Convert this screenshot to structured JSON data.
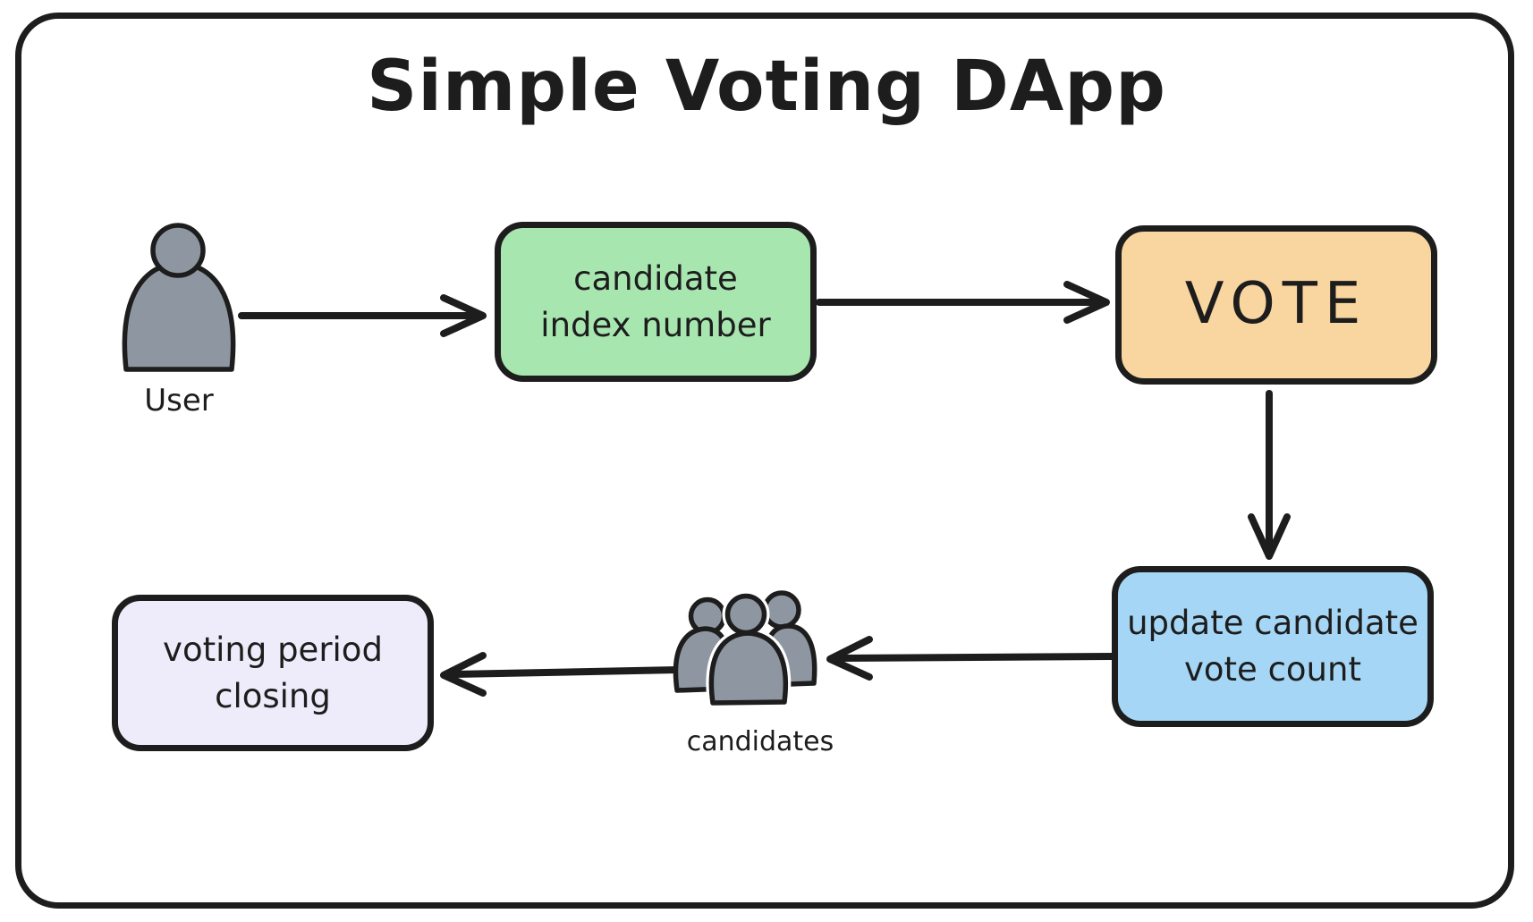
{
  "title": "Simple Voting DApp",
  "colors": {
    "stroke": "#1d1d1d",
    "canvas-bg": "#ffffff",
    "node-green": "#a8e6b0",
    "node-peach": "#f9d5a0",
    "node-blue": "#a5d6f5",
    "node-lavender": "#eeecfa",
    "actor-gray": "#8e97a1"
  },
  "nodes": {
    "candidate_index": {
      "label": "candidate\nindex number"
    },
    "vote": {
      "label": "VOTE"
    },
    "update_count": {
      "label": "update candidate\nvote count"
    },
    "voting_close": {
      "label": "voting period\nclosing"
    }
  },
  "actors": {
    "user": {
      "label": "User"
    },
    "candidates": {
      "label": "candidates"
    }
  },
  "edges": [
    {
      "from": "user",
      "to": "candidate-index-number"
    },
    {
      "from": "candidate-index-number",
      "to": "vote"
    },
    {
      "from": "vote",
      "to": "update-candidate-vote-count"
    },
    {
      "from": "update-candidate-vote-count",
      "to": "candidates"
    },
    {
      "from": "candidates",
      "to": "voting-period-closing"
    }
  ]
}
